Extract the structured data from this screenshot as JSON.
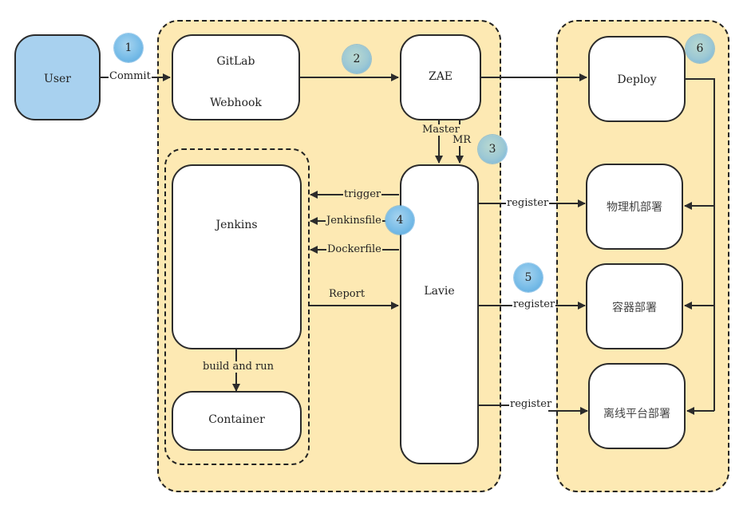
{
  "nodes": {
    "user": "User",
    "gitlab": {
      "line1": "GitLab",
      "line2": "Webhook"
    },
    "zae": "ZAE",
    "deploy": "Deploy",
    "jenkins": "Jenkins",
    "container": "Container",
    "lavie": "Lavie",
    "physical": "物理机部署",
    "container_deploy": "容器部署",
    "offline": "离线平台部署"
  },
  "edges": {
    "commit": "Commit",
    "master": "Master",
    "mr": "MR",
    "trigger": "trigger",
    "jenkinsfile": "Jenkinsfile",
    "dockerfile": "Dockerfile",
    "report": "Report",
    "build_and_run": "build and run",
    "register_1": "register",
    "register_2": "register",
    "register_3": "register"
  },
  "badges": [
    "1",
    "2",
    "3",
    "4",
    "5",
    "6"
  ],
  "colors": {
    "group_fill": "#fde9b3",
    "user_fill": "#a8d1ef",
    "badge_blue": "#79bde8",
    "line": "#2b2b2b"
  }
}
